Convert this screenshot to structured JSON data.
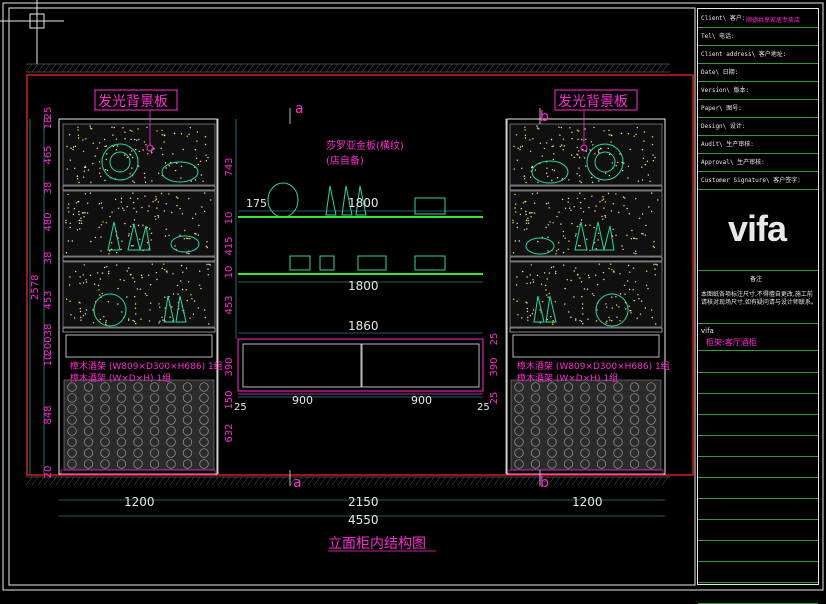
{
  "drawing": {
    "title": "立面柜内结构图",
    "labels": {
      "left_panel": "发光背景板",
      "right_panel": "发光背景板",
      "center_note_1": "莎罗亚金板(横纹)",
      "center_note_2": "(店自备)",
      "left_wine_1": "樟木酒架 (W809×D300×H686) 1组",
      "left_wine_2": "樟木酒架 (W×D×H) 1组",
      "right_wine_1": "樟木酒架 (W809×D300×H686) 1组",
      "right_wine_2": "樟木酒架 (W×D×H) 1组",
      "section_a_top": "a",
      "section_a_bottom": "a",
      "section_b_top": "b",
      "section_b_bottom": "b"
    },
    "dims_vertical_left": [
      "25",
      "18",
      "465",
      "38",
      "480",
      "38",
      "453",
      "38",
      "200",
      "10",
      "848",
      "20"
    ],
    "dim_total_left": "2578",
    "dims_vertical_center": [
      "743",
      "10",
      "415",
      "10",
      "453"
    ],
    "dims_vertical_center_lower": [
      "390",
      "150",
      "632"
    ],
    "dims_vertical_right": [
      "25",
      "390",
      "25"
    ],
    "dims_horizontal": {
      "shelf_1": "1800",
      "shelf_1_side": "175",
      "shelf_2": "1800",
      "cabinet": "1860",
      "drawer_left": "900",
      "drawer_right": "900",
      "edge_left": "25",
      "edge_right": "25",
      "bottom_left": "1200",
      "bottom_center": "2150",
      "bottom_right": "1200",
      "bottom_total": "4550"
    }
  },
  "title_block": {
    "rows": [
      {
        "label": "Client\\ 客户:",
        "value": "顺德共享家居专卖店"
      },
      {
        "label": "Tel\\ 电话:",
        "value": ""
      },
      {
        "label": "Client address\\ 客户地址:",
        "value": ""
      },
      {
        "label": "Date\\ 日期:",
        "value": ""
      },
      {
        "label": "Version\\ 版本:",
        "value": ""
      },
      {
        "label": "Paper\\ 图号:",
        "value": ""
      },
      {
        "label": "Design\\ 设计:",
        "value": ""
      },
      {
        "label": "Audit\\ 生产审核:",
        "value": ""
      },
      {
        "label": "Approval\\ 生产审核:",
        "value": ""
      },
      {
        "label": "Customer Signature\\ 客户签字:",
        "value": ""
      }
    ],
    "logo": "vifa",
    "notes_header": "备注",
    "notes_text": "本图纸各项标注尺寸,不得擅自更改,施工前请核对现场尺寸,如有疑问请与设计师联系。",
    "sheet_label": "vifa",
    "sheet_value": "柜架:客厅酒柜"
  },
  "colors": {
    "accent": "#ff2ad4",
    "dim": "#3fb6c8",
    "cabinet": "#e8e8e8",
    "shelf": "#36e836",
    "frame": "#ff2a2a"
  }
}
